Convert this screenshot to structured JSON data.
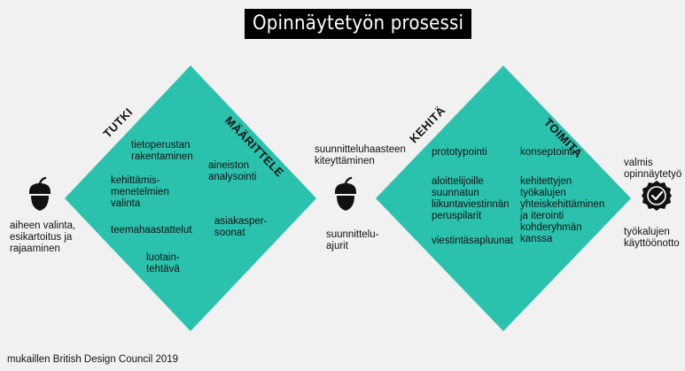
{
  "title": "Opinnäytetyön prosessi",
  "colors": {
    "diamond": "#2bc2ad",
    "background": "#f1f1f1",
    "title_bg": "#000000",
    "icon": "#111111"
  },
  "left": {
    "icon": "acorn-icon",
    "caption": "aiheen valinta,\nesikartoitus ja\nrajaaminen"
  },
  "middle": {
    "icon": "acorn-icon",
    "caption_top": "suunnitteluhaasteen\nkiteyttäminen",
    "caption_bottom": "suunnittelu-\najurit"
  },
  "right": {
    "icon": "checkmark-badge-icon",
    "caption_top": "valmis\nopinnäytetyö",
    "caption_bottom": "työkalujen\nkäyttöönotto"
  },
  "diamond1": {
    "phase_left": "TUTKI",
    "phase_right": "MÄÄRITTELE",
    "items": [
      "tietoperustan\nrakentaminen",
      "kehittämis-\nmenetelmien\nvalinta",
      "teemahaastattelut",
      "luotain-\ntehtävä",
      "aineiston\nanalysointi",
      "asiakasper-\nsoonat"
    ]
  },
  "diamond2": {
    "phase_left": "KEHITÄ",
    "phase_right": "TOIMITA",
    "items": [
      "prototypointi",
      "aloittelijoille\nsuunnatun\nliikuntaviestinnän\nperuspilarit",
      "viestintäsapluunat",
      "konseptointi",
      "kehitettyjen\ntyökalujen\nyhteiskehittäminen\nja iterointi\nkohderyhmän\nkanssa"
    ]
  },
  "credit": "mukaillen British Design Council 2019"
}
